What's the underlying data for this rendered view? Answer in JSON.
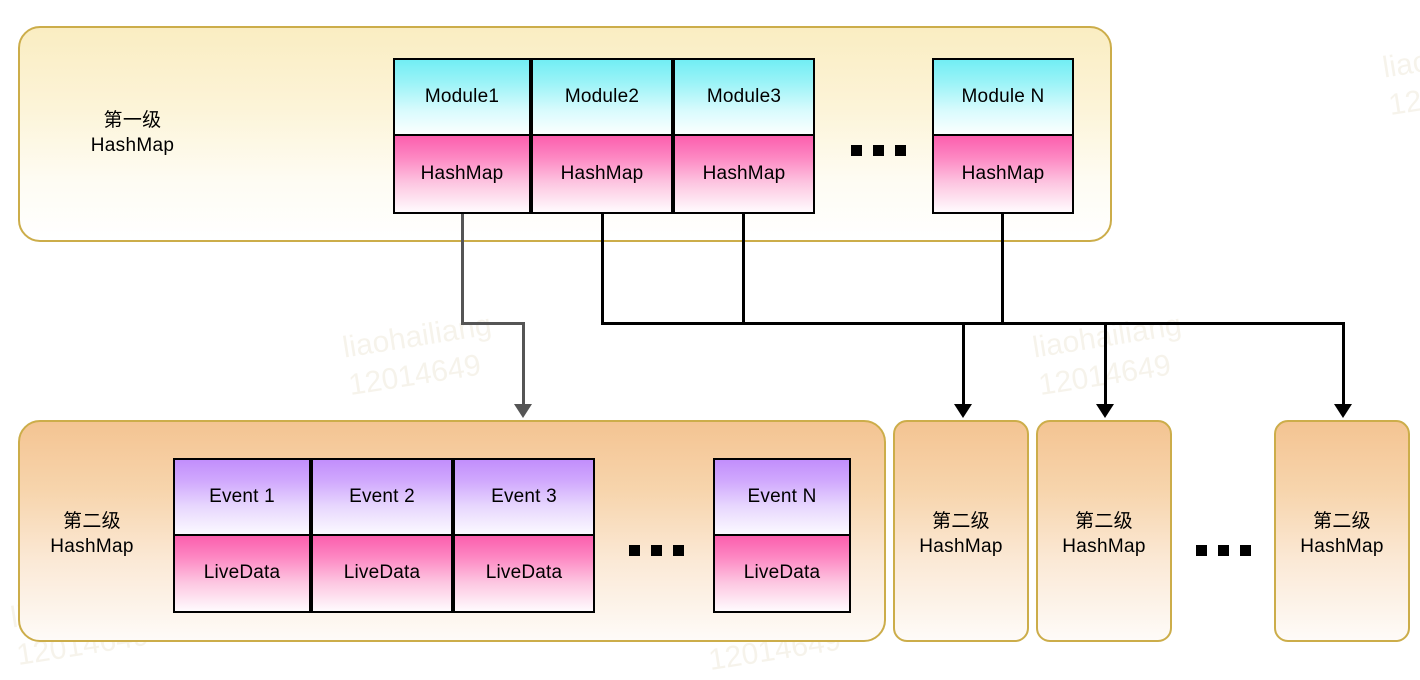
{
  "diagram": {
    "title_level1": "第一级\nHashMap",
    "title_level2": "第二级\nHashMap",
    "watermark_line1": "liaohailiang",
    "watermark_line2": "12014649",
    "colors": {
      "level1_border": "#ccad4a",
      "level1_fill_top": "#faedc2",
      "level2_border": "#ccad4a",
      "level2_fill_top": "#f4c492",
      "key_cell_cyan": "#72eef4",
      "key_cell_purple": "#c28efc",
      "value_cell_pink": "#fb5fae",
      "cell_border": "#000000",
      "connector_black": "#000000",
      "connector_gray": "#555555"
    },
    "level1": {
      "label": "第一级\nHashMap",
      "modules": [
        {
          "key": "Module1",
          "value": "HashMap"
        },
        {
          "key": "Module2",
          "value": "HashMap"
        },
        {
          "key": "Module3",
          "value": "HashMap"
        },
        {
          "key": "Module N",
          "value": "HashMap"
        }
      ],
      "ellipsis_label": "..."
    },
    "level2": {
      "label": "第二级\nHashMap",
      "events": [
        {
          "key": "Event 1",
          "value": "LiveData"
        },
        {
          "key": "Event 2",
          "value": "LiveData"
        },
        {
          "key": "Event 3",
          "value": "LiveData"
        },
        {
          "key": "Event N",
          "value": "LiveData"
        }
      ],
      "ellipsis_label": "...",
      "collapsed_maps": [
        {
          "label": "第二级\nHashMap"
        },
        {
          "label": "第二级\nHashMap"
        },
        {
          "label": "第二级\nHashMap"
        }
      ]
    }
  }
}
